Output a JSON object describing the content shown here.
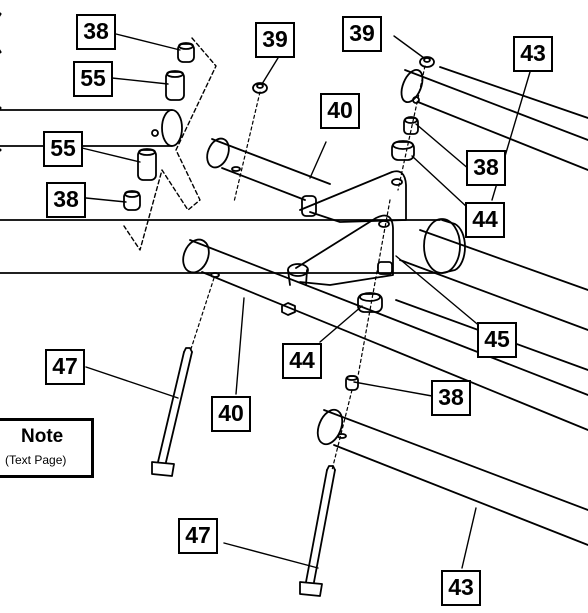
{
  "labels": {
    "l38a": "38",
    "l55a": "55",
    "l55b": "55",
    "l38b": "38",
    "l39a": "39",
    "l39b": "39",
    "l43a": "43",
    "l40a": "40",
    "l38c": "38",
    "l44a": "44",
    "l45": "45",
    "l44b": "44",
    "l47a": "47",
    "l40b": "40",
    "l38d": "38",
    "l47b": "47",
    "l43b": "43"
  },
  "note": {
    "title": "Note",
    "subtitle": "(Text Page)"
  }
}
